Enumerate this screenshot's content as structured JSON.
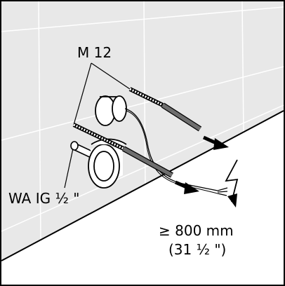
{
  "figure": {
    "labels": {
      "thread_size": "M 12",
      "water_connection": "WA IG ½ \"",
      "cable_length_metric": "≥ 800 mm",
      "cable_length_imperial": "(31 ½ \")"
    },
    "icons": {
      "hazard": "lightning-bolt-icon",
      "direction": "arrow-icon"
    },
    "colors": {
      "wall_tile": "#e8e8e8",
      "tile_joint": "#ffffff",
      "wall_edge": "#000000",
      "rod_dark": "#6e6e6e",
      "line": "#000000"
    }
  }
}
